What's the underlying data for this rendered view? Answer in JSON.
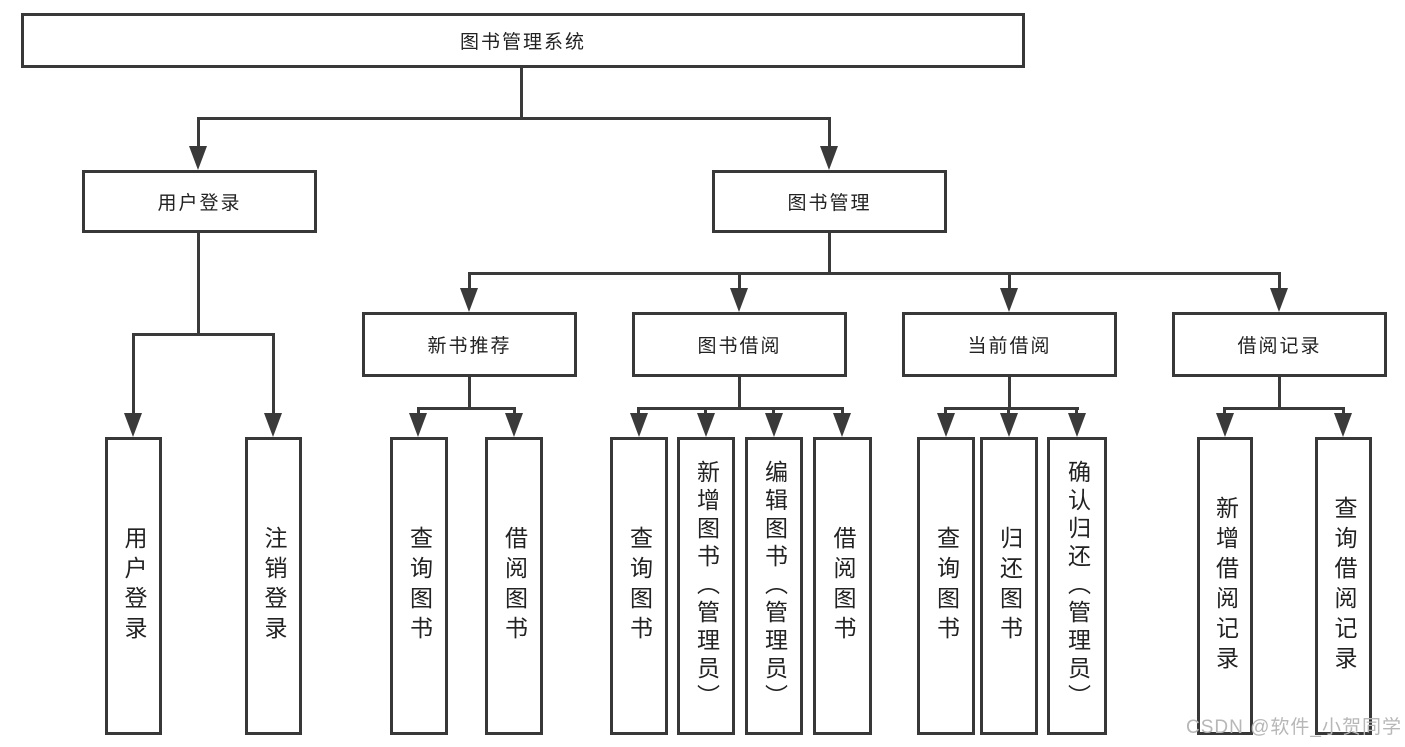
{
  "tree": {
    "root": {
      "label": "图书管理系统",
      "children": [
        {
          "label": "用户登录",
          "children": [
            {
              "label": "用户登录"
            },
            {
              "label": "注销登录"
            }
          ]
        },
        {
          "label": "图书管理",
          "children": [
            {
              "label": "新书推荐",
              "children": [
                {
                  "label": "查询图书"
                },
                {
                  "label": "借阅图书"
                }
              ]
            },
            {
              "label": "图书借阅",
              "children": [
                {
                  "label": "查询图书"
                },
                {
                  "label": "新增图书（管理员）"
                },
                {
                  "label": "编辑图书（管理员）"
                },
                {
                  "label": "借阅图书"
                }
              ]
            },
            {
              "label": "当前借阅",
              "children": [
                {
                  "label": "查询图书"
                },
                {
                  "label": "归还图书"
                },
                {
                  "label": "确认归还（管理员）"
                }
              ]
            },
            {
              "label": "借阅记录",
              "children": [
                {
                  "label": "新增借阅记录"
                },
                {
                  "label": "查询借阅记录"
                }
              ]
            }
          ]
        }
      ]
    }
  },
  "watermark": {
    "text": "CSDN @软件_小贺同学"
  },
  "colors": {
    "line": "#3a3a3a",
    "box_border": "#383838",
    "text": "#222222",
    "watermark": "#b7b7b7",
    "background": "#ffffff"
  }
}
